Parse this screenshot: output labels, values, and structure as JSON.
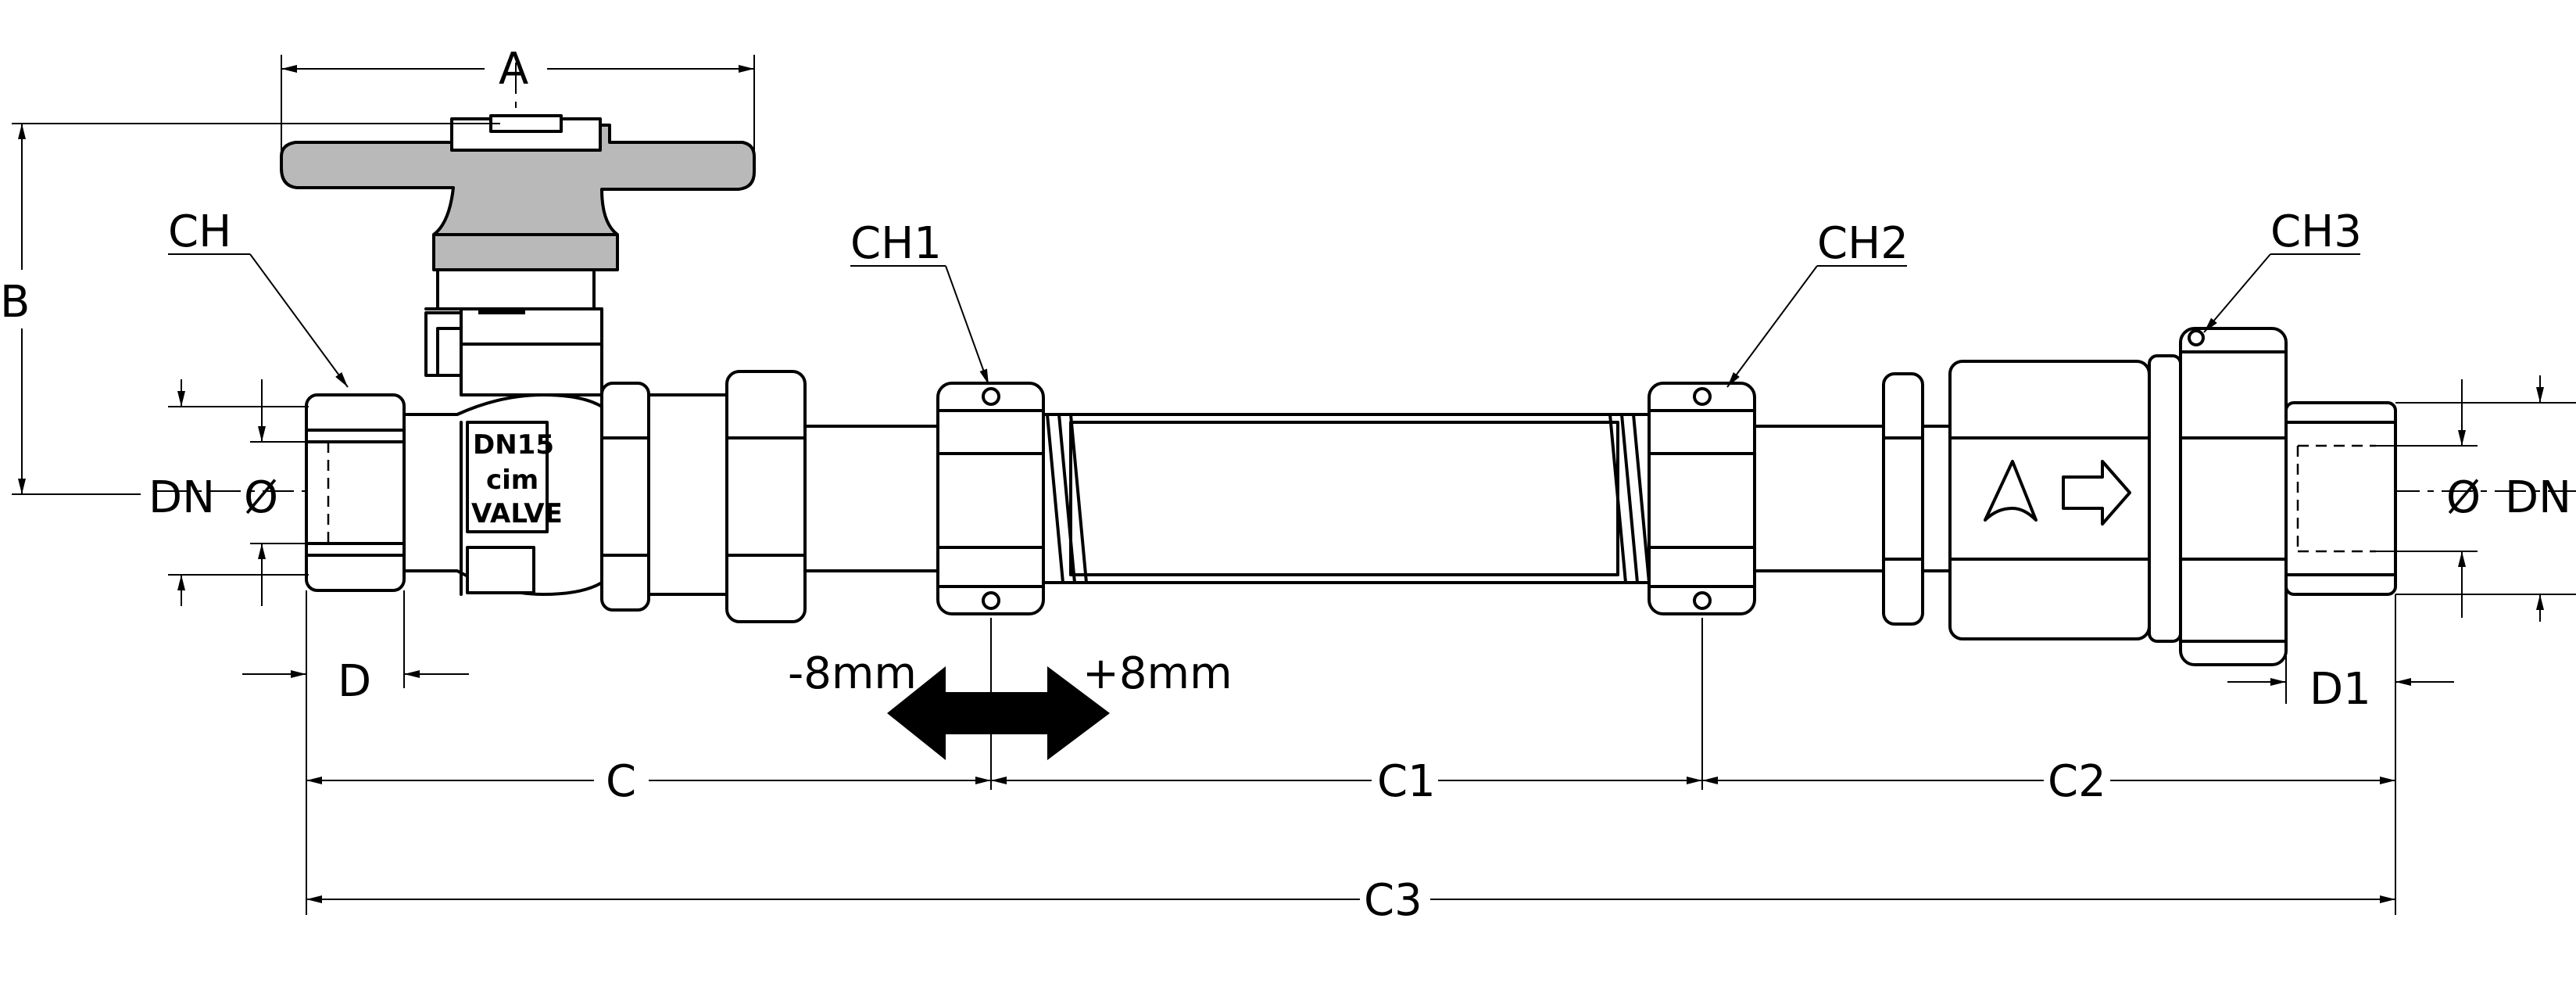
{
  "labels": {
    "a": "A",
    "b": "B",
    "ch": "CH",
    "ch1": "CH1",
    "ch2": "CH2",
    "ch3": "CH3",
    "dn_left": "DN",
    "phi_left": "Ø",
    "phi_right": "Ø",
    "dn_right": "DN",
    "d": "D",
    "d1": "D1",
    "c": "C",
    "c1": "C1",
    "c2": "C2",
    "c3": "C3",
    "minus8": "-8mm",
    "plus8": "+8mm"
  },
  "valve_marking": {
    "size": "DN15",
    "brand": "cim",
    "word": "VALVE"
  },
  "colors": {
    "line": "#000000",
    "handle_fill": "#b9b9b9",
    "background": "#ffffff"
  }
}
